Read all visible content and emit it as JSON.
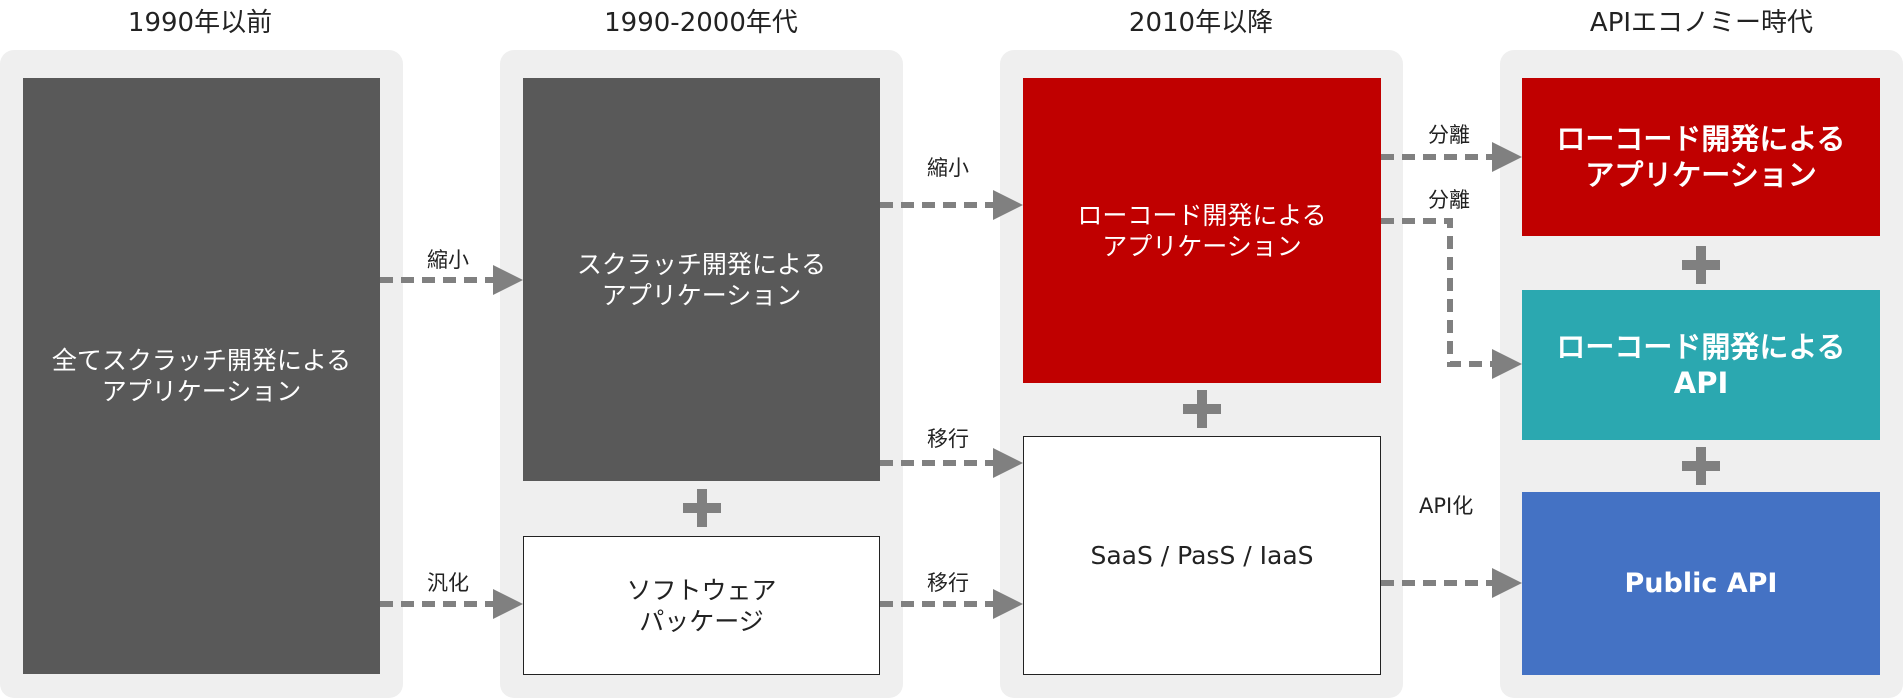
{
  "headers": [
    "1990年以前",
    "1990-2000年代",
    "2010年以降",
    "APIエコノミー時代"
  ],
  "boxes": {
    "all_scratch": [
      "全てスクラッチ開発による",
      "アプリケーション"
    ],
    "scratch": [
      "スクラッチ開発による",
      "アプリケーション"
    ],
    "software": [
      "ソフトウェア",
      "パッケージ"
    ],
    "lowcode_2010": [
      "ローコード開発による",
      "アプリケーション"
    ],
    "saas": [
      "SaaS / PasS / IaaS"
    ],
    "lowcode_app": [
      "ローコード開発による",
      "アプリケーション"
    ],
    "lowcode_api": [
      "ローコード開発による",
      "API"
    ],
    "public_api": [
      "Public API"
    ]
  },
  "labels": {
    "shrink_1": "縮小",
    "generalize": "汎化",
    "shrink_2": "縮小",
    "migrate_1": "移行",
    "migrate_2": "移行",
    "separate_1": "分離",
    "separate_2": "分離",
    "apiize": "API化"
  },
  "colors": {
    "dark_gray": "#595959",
    "red": "#c00000",
    "teal": "#2ba8b0",
    "blue": "#4472c4",
    "arrow": "#808080"
  }
}
